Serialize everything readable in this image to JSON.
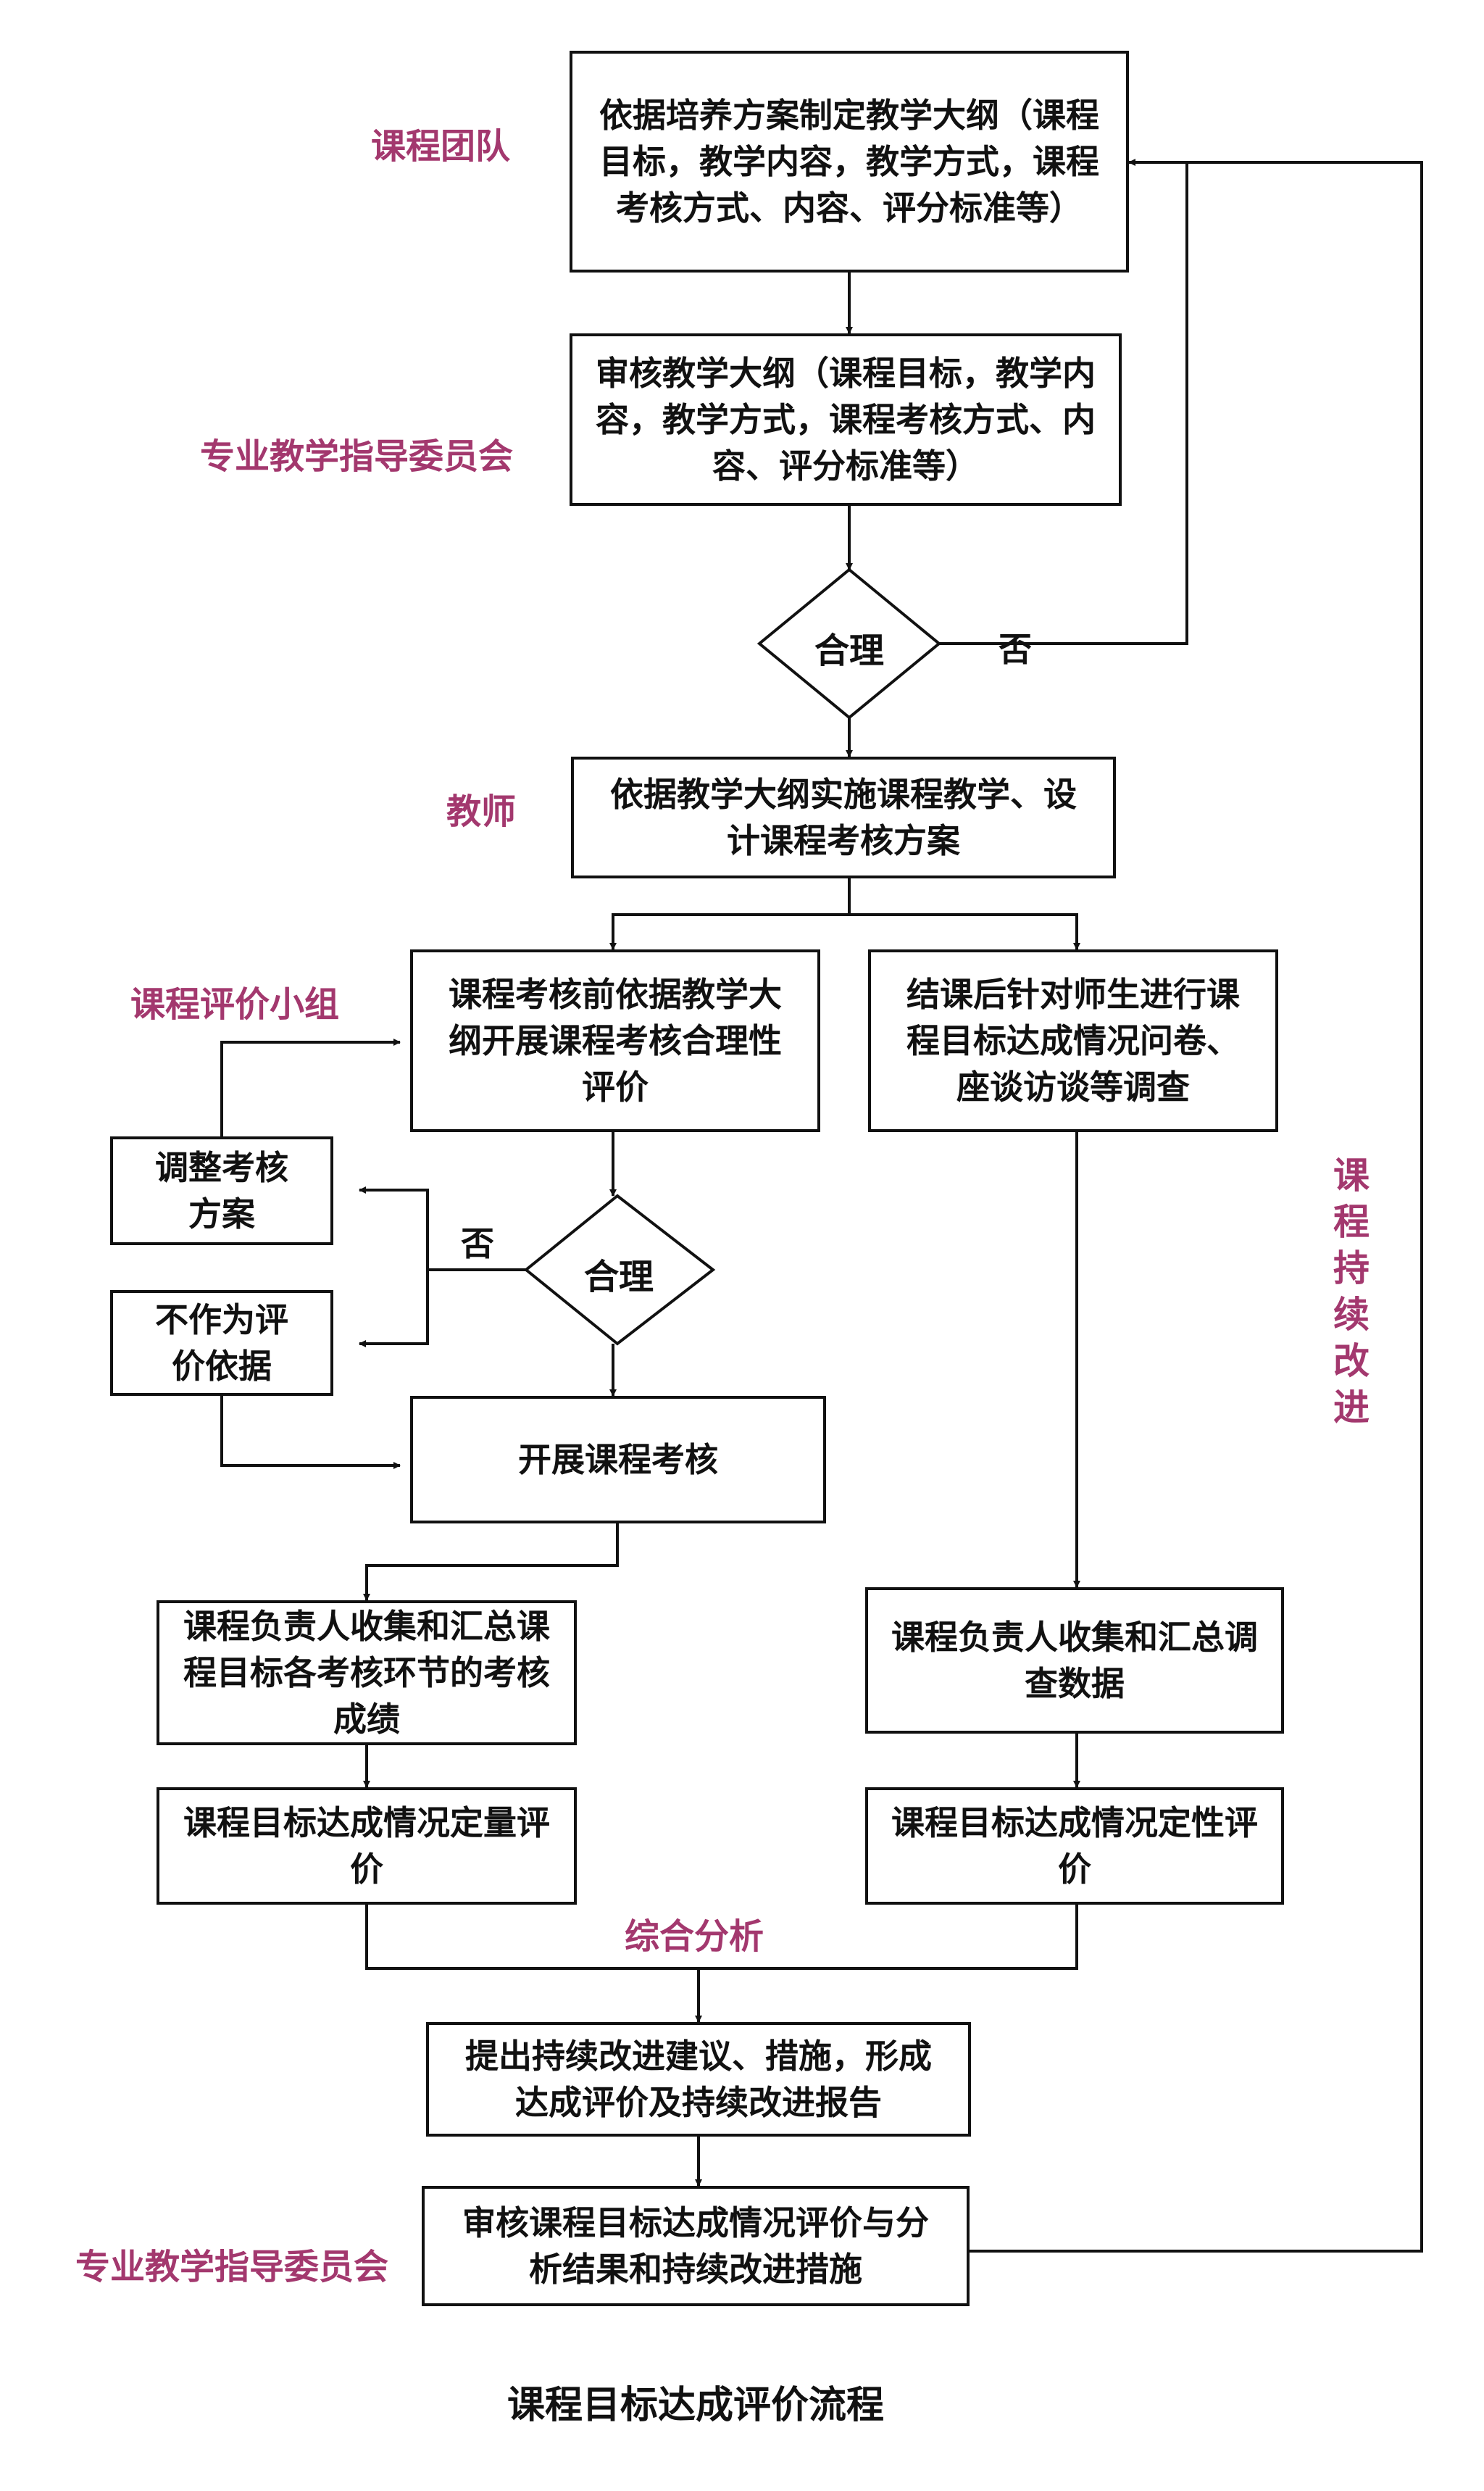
{
  "roles": {
    "course_team": "课程团队",
    "committee_top": "专业教学指导委员会",
    "teacher": "教师",
    "eval_group": "课程评价小组",
    "synthesis": "综合分析",
    "committee_bottom": "专业教学指导委员会",
    "continuous_improvement": "课程持续改进"
  },
  "nodes": {
    "syllabus": "依据培养方案制定教学大纲（课程目标，教学内容，教学方式，课程考核方式、内容、评分标准等）",
    "review_syllabus": "审核教学大纲（课程目标，教学内容，教学方式，课程考核方式、内容、评分标准等）",
    "decision1": "合理",
    "decision1_no": "否",
    "implement": "依据教学大纲实施课程教学、设计课程考核方案",
    "pre_assessment": "课程考核前依据教学大纲开展课程考核合理性评价",
    "survey": "结课后针对师生进行课程目标达成情况问卷、座谈访谈等调查",
    "adjust": "调整考核方案",
    "not_basis": "不作为评价依据",
    "decision2": "合理",
    "decision2_no": "否",
    "conduct": "开展课程考核",
    "collect_scores": "课程负责人收集和汇总课程目标各考核环节的考核成绩",
    "collect_survey": "课程负责人收集和汇总调查数据",
    "quant_eval": "课程目标达成情况定量评价",
    "qual_eval": "课程目标达成情况定性评价",
    "propose": "提出持续改进建议、措施，形成达成评价及持续改进报告",
    "review_final": "审核课程目标达成情况评价与分析结果和持续改进措施"
  },
  "caption": "课程目标达成评价流程"
}
